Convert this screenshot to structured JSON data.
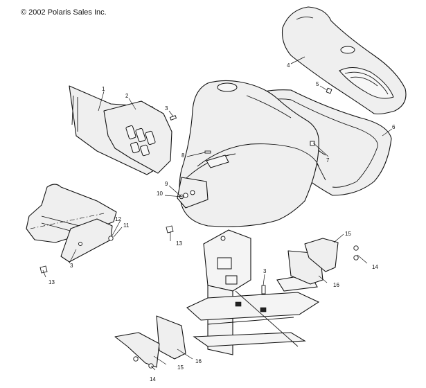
{
  "header": {
    "copyright": "© 2002 Polaris Sales Inc."
  },
  "callouts": [
    {
      "id": "callout-1",
      "label": "1"
    },
    {
      "id": "callout-2",
      "label": "2"
    },
    {
      "id": "callout-3a",
      "label": "3"
    },
    {
      "id": "callout-3b",
      "label": "3"
    },
    {
      "id": "callout-3c",
      "label": "3"
    },
    {
      "id": "callout-4",
      "label": "4"
    },
    {
      "id": "callout-5",
      "label": "5"
    },
    {
      "id": "callout-6",
      "label": "6"
    },
    {
      "id": "callout-7",
      "label": "7"
    },
    {
      "id": "callout-8",
      "label": "8"
    },
    {
      "id": "callout-9",
      "label": "9"
    },
    {
      "id": "callout-10",
      "label": "10"
    },
    {
      "id": "callout-11",
      "label": "11"
    },
    {
      "id": "callout-12",
      "label": "12"
    },
    {
      "id": "callout-13a",
      "label": "13"
    },
    {
      "id": "callout-13b",
      "label": "13"
    },
    {
      "id": "callout-14a",
      "label": "14"
    },
    {
      "id": "callout-14b",
      "label": "14"
    },
    {
      "id": "callout-15a",
      "label": "15"
    },
    {
      "id": "callout-15b",
      "label": "15"
    },
    {
      "id": "callout-16a",
      "label": "16"
    },
    {
      "id": "callout-16b",
      "label": "16"
    }
  ]
}
